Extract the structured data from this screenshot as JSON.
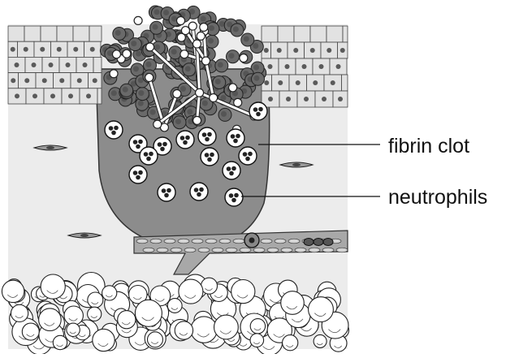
{
  "labels": {
    "fibrin_clot": "fibrin clot",
    "neutrophils": "neutrophils"
  },
  "colors": {
    "background": "#ffffff",
    "dermis": "#ececec",
    "clot": "#8c8c8c",
    "epithelial_cell": "#e2e2e2",
    "nucleus": "#5a5a5a",
    "platelet_dark": "#555555",
    "fibrin_strand": "#ffffff",
    "neutrophil_body": "#ffffff",
    "neutrophil_lobe": "#222222",
    "vessel": "#a8a8a8",
    "fat_cell": "#ffffff",
    "outline": "#222222"
  },
  "icons": {
    "epidermis": "stratified-epithelium",
    "platelet": "platelet-cluster",
    "neutrophil": "multilobed-nucleus-cell",
    "fibroblast": "spindle-cell",
    "vessel": "blood-capillary",
    "adipose": "fat-cell-layer"
  }
}
